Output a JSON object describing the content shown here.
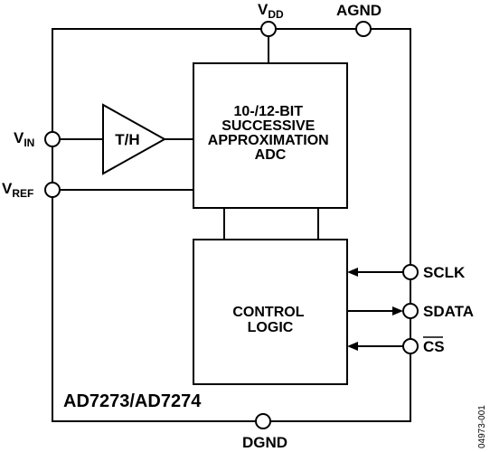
{
  "pins": {
    "vdd": {
      "main": "V",
      "sub": "DD"
    },
    "agnd": "AGND",
    "vin": {
      "main": "V",
      "sub": "IN"
    },
    "vref": {
      "main": "V",
      "sub": "REF"
    },
    "sclk": "SCLK",
    "sdata": "SDATA",
    "cs": "CS",
    "dgnd": "DGND"
  },
  "blocks": {
    "track_hold": "T/H",
    "adc_lines": [
      "10-/12-BIT",
      "SUCCESSIVE",
      "APPROXIMATION",
      "ADC"
    ],
    "control_lines": [
      "CONTROL",
      "LOGIC"
    ]
  },
  "part_number": "AD7273/AD7274",
  "figure_id": "04973-001"
}
